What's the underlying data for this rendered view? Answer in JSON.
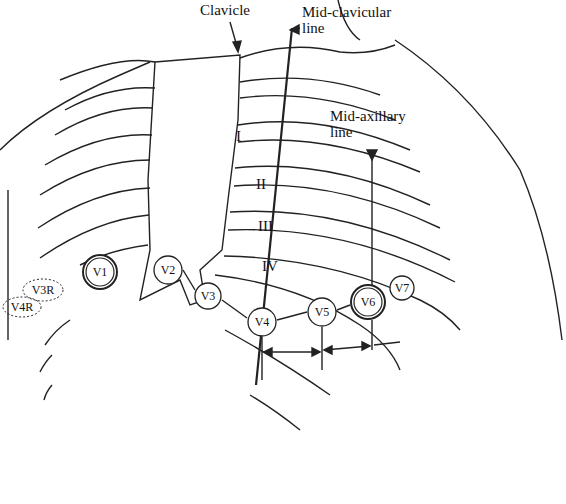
{
  "diagram": {
    "nodes": [
      {
        "text": [
          "V4R"
        ]
      },
      {
        "text": [
          "V3R"
        ]
      },
      {
        "text": [
          "V1"
        ]
      },
      {
        "text": [
          "V2"
        ]
      },
      {
        "text": [
          "V3"
        ]
      },
      {
        "text": [
          "V4"
        ]
      },
      {
        "text": [
          "V5"
        ]
      },
      {
        "text": [
          "V6"
        ]
      },
      {
        "text": [
          "V7"
        ]
      }
    ],
    "labels": [
      "Clavicle",
      "Mid-clavicular line",
      "Mid-axillary line",
      "I",
      "II",
      "III",
      "IV"
    ]
  }
}
